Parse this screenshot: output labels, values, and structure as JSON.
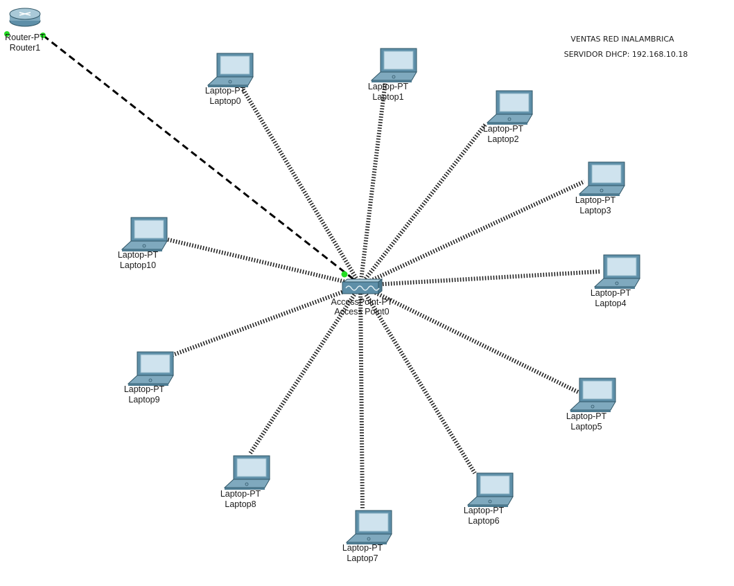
{
  "notes": {
    "line1": "VENTAS RED INALAMBRICA",
    "line2": "SERVIDOR DHCP: 192.168.10.18"
  },
  "router": {
    "type": "Router-PT",
    "name": "Router1",
    "icon": "router-icon"
  },
  "access_point": {
    "type": "AccessPoint-PT",
    "name": "Access Point0",
    "icon": "access-point-icon"
  },
  "laptops": [
    {
      "type": "Laptop-PT",
      "name": "Laptop0",
      "icon": "laptop-icon"
    },
    {
      "type": "Laptop-PT",
      "name": "Laptop1",
      "icon": "laptop-icon"
    },
    {
      "type": "Laptop-PT",
      "name": "Laptop2",
      "icon": "laptop-icon"
    },
    {
      "type": "Laptop-PT",
      "name": "Laptop3",
      "icon": "laptop-icon"
    },
    {
      "type": "Laptop-PT",
      "name": "Laptop4",
      "icon": "laptop-icon"
    },
    {
      "type": "Laptop-PT",
      "name": "Laptop5",
      "icon": "laptop-icon"
    },
    {
      "type": "Laptop-PT",
      "name": "Laptop6",
      "icon": "laptop-icon"
    },
    {
      "type": "Laptop-PT",
      "name": "Laptop7",
      "icon": "laptop-icon"
    },
    {
      "type": "Laptop-PT",
      "name": "Laptop8",
      "icon": "laptop-icon"
    },
    {
      "type": "Laptop-PT",
      "name": "Laptop9",
      "icon": "laptop-icon"
    },
    {
      "type": "Laptop-PT",
      "name": "Laptop10",
      "icon": "laptop-icon"
    }
  ],
  "links": [
    {
      "from": "Router1",
      "to": "Access Point0",
      "kind": "wired-dashed"
    },
    {
      "from": "Access Point0",
      "to": "Laptop0",
      "kind": "wireless"
    },
    {
      "from": "Access Point0",
      "to": "Laptop1",
      "kind": "wireless"
    },
    {
      "from": "Access Point0",
      "to": "Laptop2",
      "kind": "wireless"
    },
    {
      "from": "Access Point0",
      "to": "Laptop3",
      "kind": "wireless"
    },
    {
      "from": "Access Point0",
      "to": "Laptop4",
      "kind": "wireless"
    },
    {
      "from": "Access Point0",
      "to": "Laptop5",
      "kind": "wireless"
    },
    {
      "from": "Access Point0",
      "to": "Laptop6",
      "kind": "wireless"
    },
    {
      "from": "Access Point0",
      "to": "Laptop7",
      "kind": "wireless"
    },
    {
      "from": "Access Point0",
      "to": "Laptop8",
      "kind": "wireless"
    },
    {
      "from": "Access Point0",
      "to": "Laptop9",
      "kind": "wireless"
    },
    {
      "from": "Access Point0",
      "to": "Laptop10",
      "kind": "wireless"
    }
  ],
  "colors": {
    "background": "#ffffff",
    "wired_link": "#000000",
    "wireless_link": "#222222",
    "link_status_up": "#22dd22",
    "device_body": "#5e8fa8",
    "device_screen": "#cfe3ee"
  }
}
